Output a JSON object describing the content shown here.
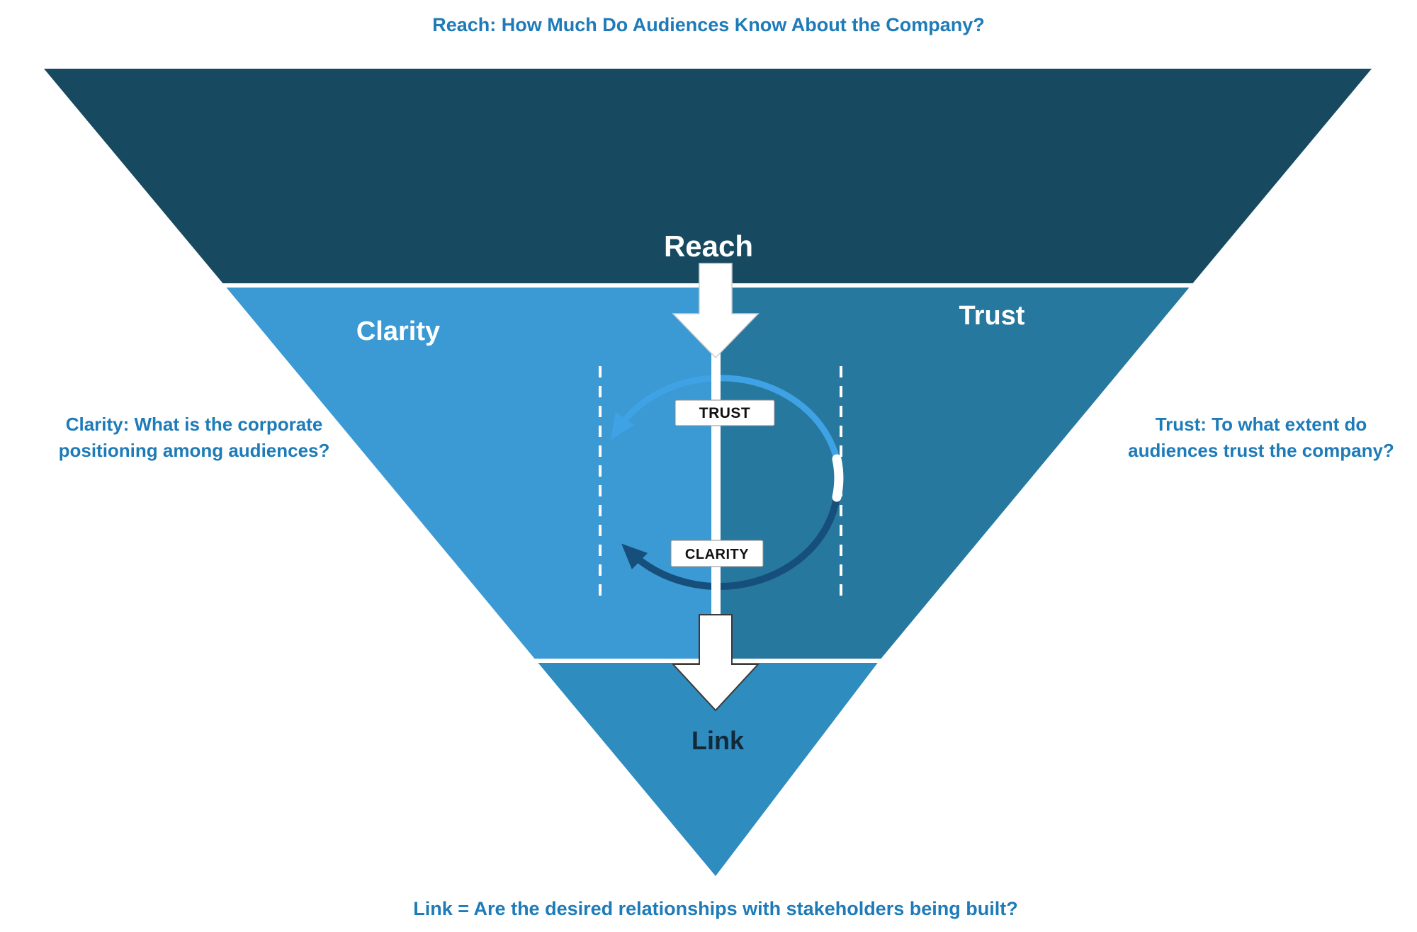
{
  "captions": {
    "top": "Reach: How Much Do Audiences Know About the Company?",
    "left_line1": "Clarity: What is the corporate",
    "left_line2": "positioning among audiences?",
    "right_line1": "Trust: To what extent do",
    "right_line2": "audiences trust the company?",
    "bottom": "Link = Are the desired relationships with stakeholders being built?"
  },
  "funnel": {
    "sections": [
      {
        "label": "Reach"
      },
      {
        "label": "Clarity"
      },
      {
        "label": "Trust"
      },
      {
        "label": "Link"
      }
    ]
  },
  "cycle": {
    "top_label": "TRUST",
    "bottom_label": "CLARITY"
  },
  "colors": {
    "reach_band": "#174A60",
    "clarity_band": "#3B9AD4",
    "trust_band": "#27789F",
    "link_band": "#2E8CBF",
    "headline_blue": "#1E7BB8",
    "band_label_light": "#FFFFFF",
    "link_label": "#12293A",
    "cycle_light": "#3EA2E5",
    "cycle_dark": "#174F7C",
    "box_border": "#8C8C8C",
    "box_text": "#111111"
  }
}
